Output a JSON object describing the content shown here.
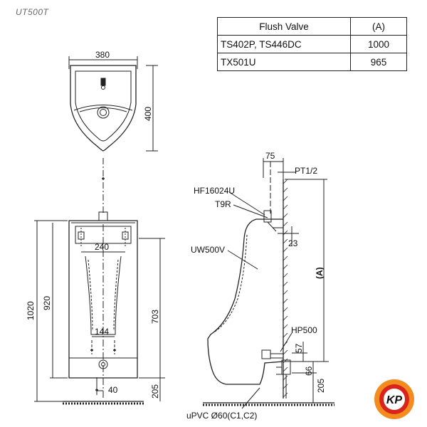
{
  "model": "UT500T",
  "table": {
    "header": [
      "Flush Valve",
      "(A)"
    ],
    "rows": [
      [
        "TS402P, TS446DC",
        "1000"
      ],
      [
        "TX501U",
        "965"
      ]
    ]
  },
  "dims": {
    "width_top": "380",
    "depth_top": "400",
    "inlet_spacing": "240",
    "height_total": "1020",
    "height_body": "920",
    "height_outlet": "703",
    "spacing_low": "144",
    "height_floor": "205",
    "offset_40": "40",
    "side_75": "75",
    "side_23": "23",
    "side_57": "57",
    "side_66": "66",
    "side_205": "205",
    "side_a": "(A)"
  },
  "labels": {
    "pt": "PT1/2",
    "hf": "HF16024U",
    "t9r": "T9R",
    "uw": "UW500V",
    "hp": "HP500",
    "upvc": "uPVC Ø60(C1,C2)"
  },
  "logo": {
    "text": "KP",
    "colors": {
      "ring": "#f28c1e",
      "inner": "#d9241c",
      "text": "#1f5fbf"
    }
  }
}
